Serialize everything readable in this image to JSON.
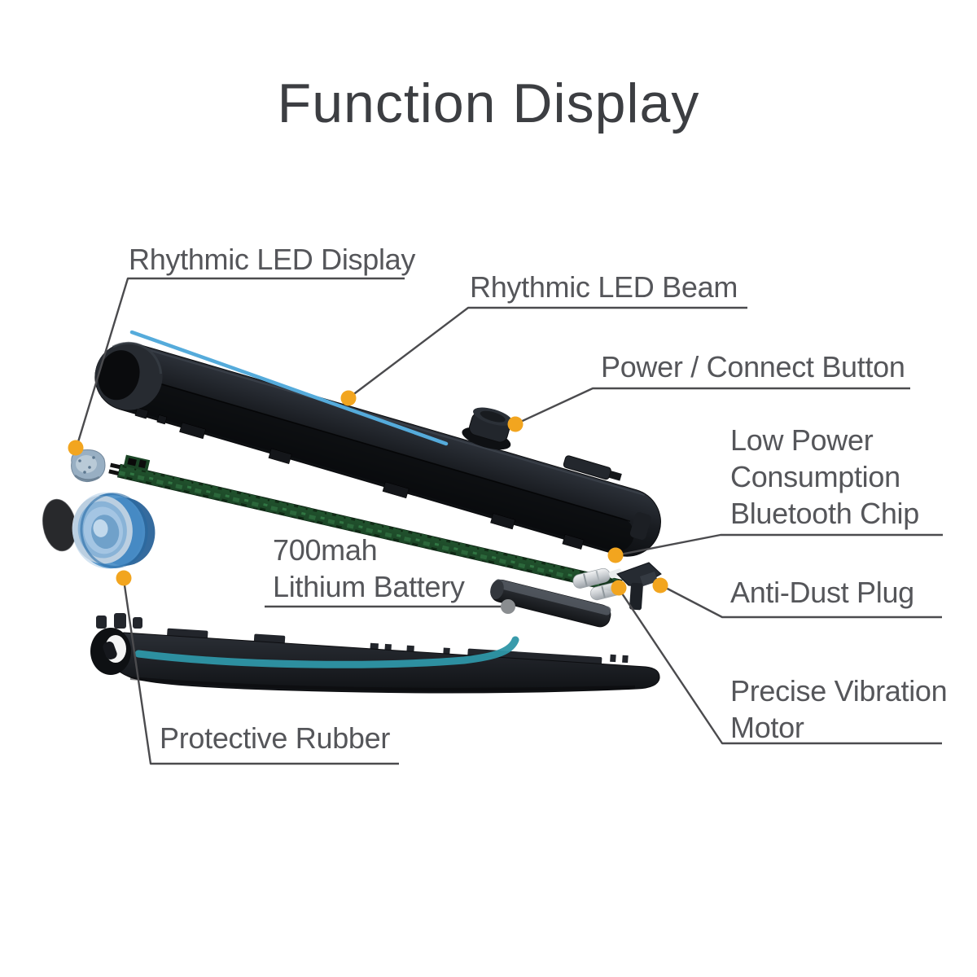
{
  "title": "Function Display",
  "colors": {
    "title_text": "#3C3E42",
    "label_text": "#55565A",
    "leader_line": "#4B4B4E",
    "accent_dot": "#F2A51F",
    "neutral_dot": "#8A8D90",
    "led_beam": "#55ABDB",
    "rubber_stripe": "#2E96A6",
    "pcb_green": "#1E4C2A",
    "shell_dark": "#1A1D22",
    "speaker_blue": "#4B90C9"
  },
  "labels": {
    "rhythmic_led_display": "Rhythmic LED Display",
    "rhythmic_led_beam": "Rhythmic LED Beam",
    "power_connect_button": "Power / Connect Button",
    "bluetooth_chip_line1": "Low Power",
    "bluetooth_chip_line2": "Consumption",
    "bluetooth_chip_line3": "Bluetooth Chip",
    "battery_line1": "700mah",
    "battery_line2": "Lithium Battery",
    "anti_dust_plug": "Anti-Dust Plug",
    "vibration_motor_line1": "Precise Vibration",
    "vibration_motor_line2": "Motor",
    "protective_rubber": "Protective Rubber"
  }
}
